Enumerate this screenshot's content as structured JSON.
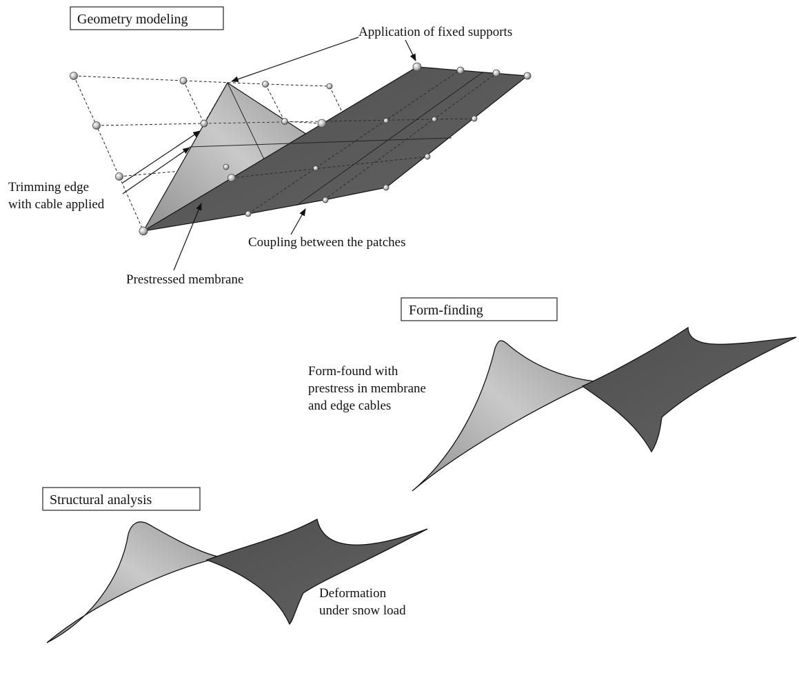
{
  "stages": {
    "geometry_modeling": "Geometry modeling",
    "form_finding": "Form-finding",
    "structural_analysis": "Structural analysis"
  },
  "annotations": {
    "fixed_supports": "Application of fixed supports",
    "trimming_edge": [
      "Trimming edge",
      "with cable applied"
    ],
    "coupling": "Coupling between the patches",
    "prestressed_membrane": "Prestressed membrane",
    "form_found": [
      "Form-found with",
      "prestress in membrane",
      "and edge cables"
    ],
    "deformation": [
      "Deformation",
      "under snow load"
    ]
  },
  "colors": {
    "membrane_light": "#a9a9a9",
    "membrane_dark": "#5b5b5b",
    "outline": "#111111"
  }
}
